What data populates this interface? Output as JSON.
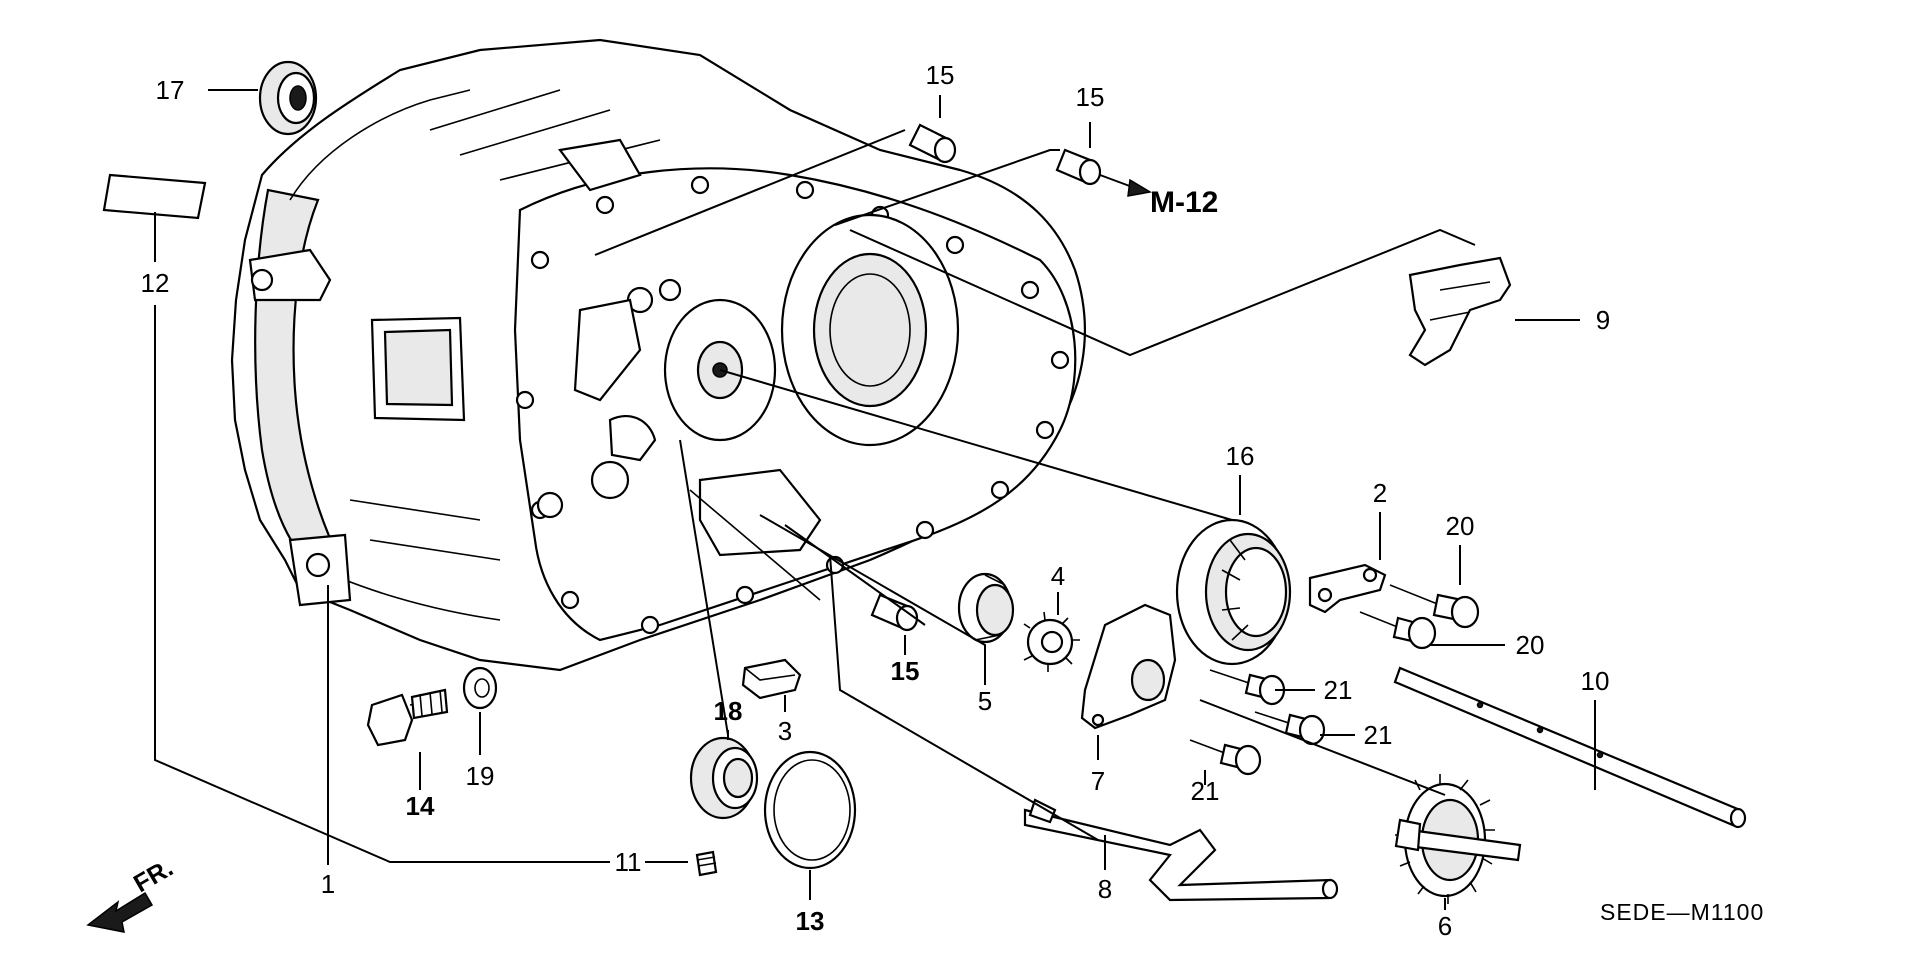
{
  "callouts": [
    {
      "id": "c17",
      "text": "17"
    },
    {
      "id": "c12",
      "text": "12"
    },
    {
      "id": "c15a",
      "text": "15"
    },
    {
      "id": "c15b",
      "text": "15"
    },
    {
      "id": "c15c",
      "text": "15"
    },
    {
      "id": "c9",
      "text": "9"
    },
    {
      "id": "c16",
      "text": "16"
    },
    {
      "id": "c2",
      "text": "2"
    },
    {
      "id": "c20a",
      "text": "20"
    },
    {
      "id": "c20b",
      "text": "20"
    },
    {
      "id": "c4",
      "text": "4"
    },
    {
      "id": "c5",
      "text": "5"
    },
    {
      "id": "c21a",
      "text": "21"
    },
    {
      "id": "c21b",
      "text": "21"
    },
    {
      "id": "c21c",
      "text": "21"
    },
    {
      "id": "c10",
      "text": "10"
    },
    {
      "id": "c3",
      "text": "3"
    },
    {
      "id": "c18",
      "text": "18"
    },
    {
      "id": "c19",
      "text": "19"
    },
    {
      "id": "c14",
      "text": "14"
    },
    {
      "id": "c7",
      "text": "7"
    },
    {
      "id": "c13",
      "text": "13"
    },
    {
      "id": "c11",
      "text": "11"
    },
    {
      "id": "c1",
      "text": "1"
    },
    {
      "id": "c8",
      "text": "8"
    },
    {
      "id": "c6",
      "text": "6"
    }
  ],
  "reference": "M-12",
  "front_marker": "FR.",
  "diagram_code": "SEDE—M1100"
}
